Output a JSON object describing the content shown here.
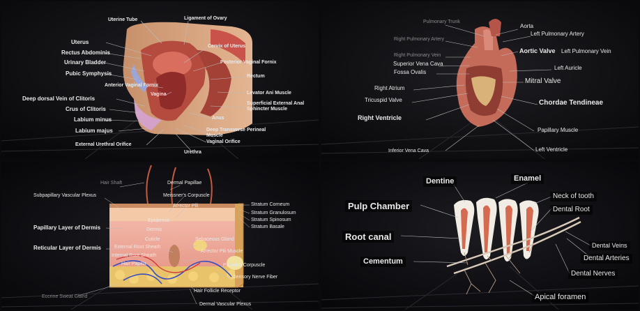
{
  "colors": {
    "background": "#0a0a0c",
    "label": "#e9e9e9",
    "leader": "#bdbdbd",
    "dim_label": "#8b8b8f"
  },
  "panels": {
    "pelvis": {
      "labels": [
        "Uterine Tube",
        "Ligament of Ovary",
        "Uterus",
        "Cervix of Uterus",
        "Rectus Abdominis",
        "Urinary Bladder",
        "Posterior Vaginal Fornix",
        "Pubic Symphysis",
        "Rectum",
        "Anterior Vaginal Fornix",
        "Vagina",
        "Levator Ani Muscle",
        "Deep dorsal Vein of Clitoris",
        "Superficial External Anal Sphincter Muscle",
        "Crus of Clitoris",
        "Labium minus",
        "Anus",
        "Labium majus",
        "Deep Transverse Perineal Muscle",
        "Vaginal Orifice",
        "External Urethral Orifice",
        "Urethra"
      ]
    },
    "heart": {
      "labels": [
        "Pulmonary Trunk",
        "Aorta",
        "Right Pulmonary Artery",
        "Left Pulmonary Artery",
        "Right Pulmonary Vein",
        "Aortic Valve",
        "Left Pulmonary Vein",
        "Superior Vena Cava",
        "Fossa Ovalis",
        "Left Auricle",
        "Mitral Valve",
        "Right Atrium",
        "Tricuspid Valve",
        "Chordae Tendineae",
        "Right Ventricle",
        "Papillary Muscle",
        "Inferior Vena Cava",
        "Left Ventricle"
      ]
    },
    "skin": {
      "labels": [
        "Hair Shaft",
        "Dermal Papillae",
        "Subpapillary Vascular Plexus",
        "Meissner's Corpuscle",
        "Arrector Pili",
        "Stratum Corneum",
        "Stratum Granulosum",
        "Stratum Spinosum",
        "Stratum Basale",
        "Papillary Layer of Dermis",
        "Epidermis",
        "Dermis",
        "Cuticle",
        "Reticular Layer of Dermis",
        "External Root Sheath",
        "Internal Root Sheath",
        "Sebaceous Gland",
        "Arrector Pili Muscle",
        "Hair Papilla",
        "Pacinian Corpuscle",
        "Sensory Nerve Fiber",
        "Hair Follicle Receptor",
        "Eccrine Sweat Gland",
        "Dermal Vascular Plexus"
      ]
    },
    "tooth": {
      "labels": [
        "Dentine",
        "Enamel",
        "Pulp Chamber",
        "Neck of tooth",
        "Dental Root",
        "Root canal",
        "Cementum",
        "Dental Veins",
        "Dental Arteries",
        "Dental Nerves",
        "Apical foramen"
      ]
    }
  }
}
